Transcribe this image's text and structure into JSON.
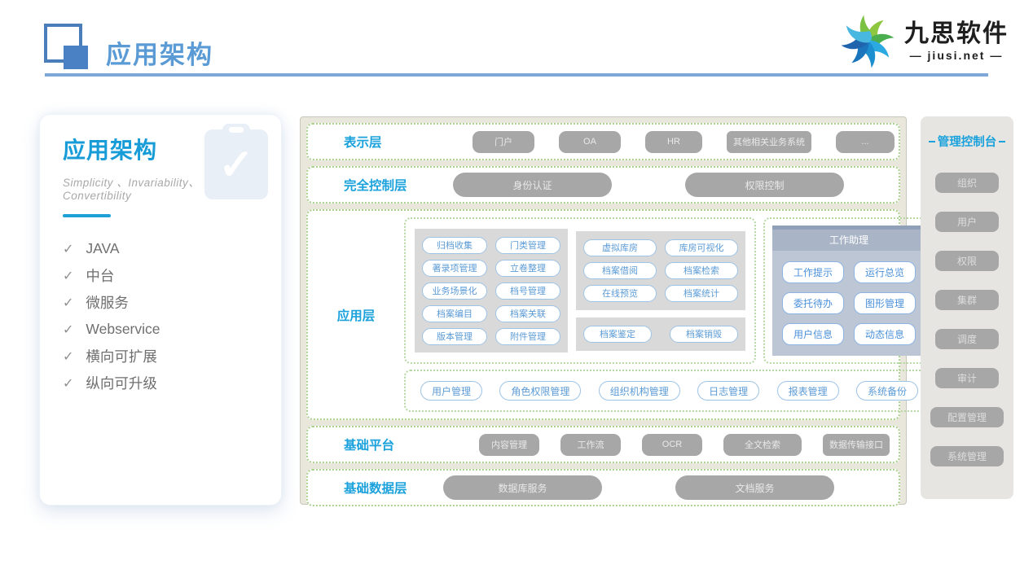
{
  "header": {
    "title": "应用架构",
    "logo_name": "九思软件",
    "logo_domain": "— jiusi.net —"
  },
  "left_card": {
    "title": "应用架构",
    "subtitle": "Simplicity 、Invariability、Convertibility",
    "checkmark": "✓",
    "clipboard_check": "✓",
    "features": [
      "JAVA",
      "中台",
      "微服务",
      "Webservice",
      "横向可扩展",
      "纵向可升级"
    ]
  },
  "diagram": {
    "presentation_layer": {
      "label": "表示层",
      "pills": [
        "门户",
        "OA",
        "HR",
        "其他相关业务系统",
        "..."
      ]
    },
    "security_layer": {
      "label": "完全控制层",
      "pills": [
        "身份认证",
        "权限控制"
      ]
    },
    "application_layer": {
      "label": "应用层",
      "archive_group": [
        "归档收集",
        "门类管理",
        "著录项管理",
        "立卷整理",
        "业务场景化",
        "档号管理",
        "档案编目",
        "档案关联",
        "版本管理",
        "附件管理"
      ],
      "storage_group": [
        "虚拟库房",
        "库房可视化",
        "档案借阅",
        "档案检索",
        "在线预览",
        "档案统计"
      ],
      "appraisal_group": [
        "档案鉴定",
        "档案销毁"
      ],
      "assistant": {
        "title": "工作助理",
        "items": [
          "工作提示",
          "运行总览",
          "委托待办",
          "图形管理",
          "用户信息",
          "动态信息"
        ]
      },
      "admin_row": [
        "用户管理",
        "角色权限管理",
        "组织机构管理",
        "日志管理",
        "报表管理",
        "系统备份"
      ]
    },
    "platform_layer": {
      "label": "基础平台",
      "pills": [
        "内容管理",
        "工作流",
        "OCR",
        "全文检索",
        "数据传输接口"
      ]
    },
    "data_layer": {
      "label": "基础数据层",
      "pills": [
        "数据库服务",
        "文档服务"
      ]
    }
  },
  "console": {
    "title": "管理控制台",
    "buttons": [
      "组织",
      "用户",
      "权限",
      "集群",
      "调度",
      "审计",
      "配置管理",
      "系统管理"
    ]
  },
  "colors": {
    "header_title_blue": "#5b9bd5",
    "label_blue": "#1ba2dc",
    "pill_gray": "#a7a7a7",
    "pill_border_blue": "#9dc3e6",
    "dashed_green": "#a9d18e",
    "diagram_beige": "#e9e7dc",
    "assistant_panel": "#bcc6d5",
    "logo_green": "#7cc242",
    "logo_blue": "#1b75bc"
  }
}
